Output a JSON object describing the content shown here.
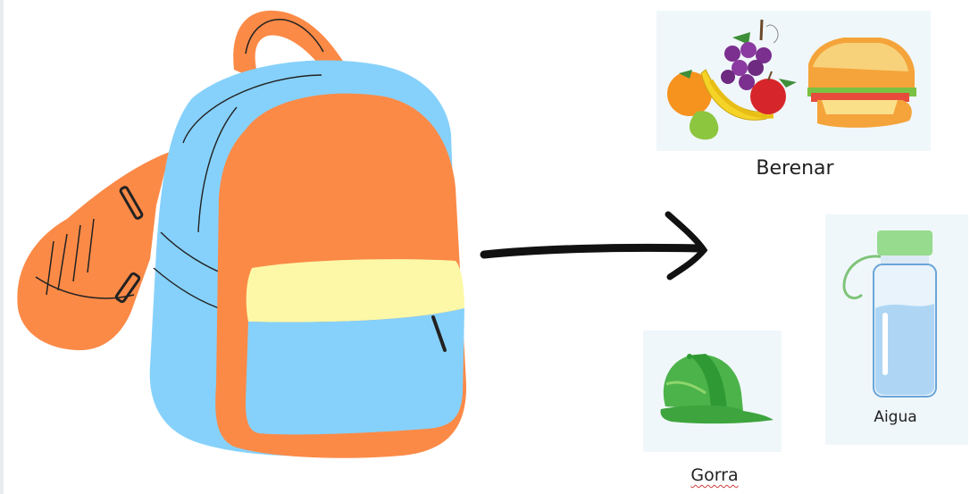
{
  "items": {
    "snack_label": "Berenar",
    "water_label": "Aigua",
    "cap_label": "Gorra"
  },
  "colors": {
    "backpack_orange": "#fb8a47",
    "backpack_blue": "#86d1fb",
    "pocket_yellow": "#fcf8a8",
    "cap_green": "#4cb34a",
    "bottle_cap_green": "#96db8e",
    "card_background": "#f0f7fb"
  }
}
